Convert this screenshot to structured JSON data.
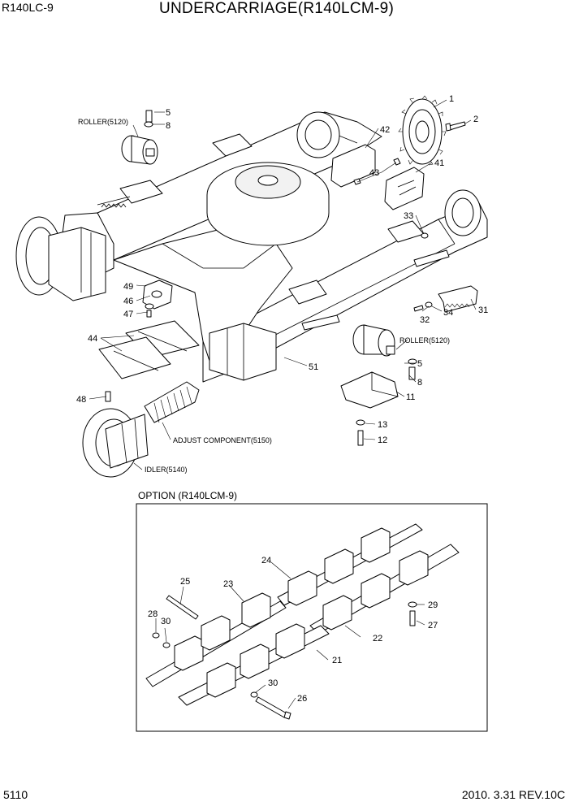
{
  "header": {
    "model": "R140LC-9",
    "title": "UNDERCARRIAGE(R140LCM-9)"
  },
  "footer": {
    "page_number": "5110",
    "date_rev": "2010. 3.31  REV.10C"
  },
  "option_box": {
    "label": "OPTION (R140LCM-9)"
  },
  "callouts": {
    "c1": "1",
    "c2": "2",
    "c5a": "5",
    "c8a": "8",
    "c5b": "5",
    "c8b": "8",
    "c11": "11",
    "c12": "12",
    "c13": "13",
    "c31": "31",
    "c32": "32",
    "c33": "33",
    "c34": "34",
    "c41": "41",
    "c42": "42",
    "c43": "43",
    "c44": "44",
    "c46": "46",
    "c47": "47",
    "c48": "48",
    "c49": "49",
    "c51": "51",
    "c21": "21",
    "c22": "22",
    "c23": "23",
    "c24": "24",
    "c25": "25",
    "c26": "26",
    "c27": "27",
    "c28": "28",
    "c29": "29",
    "c30a": "30",
    "c30b": "30"
  },
  "references": {
    "roller_top": "ROLLER(5120)",
    "roller_right": "ROLLER(5120)",
    "adjust": "ADJUST COMPONENT(5150)",
    "idler": "IDLER(5140)"
  }
}
